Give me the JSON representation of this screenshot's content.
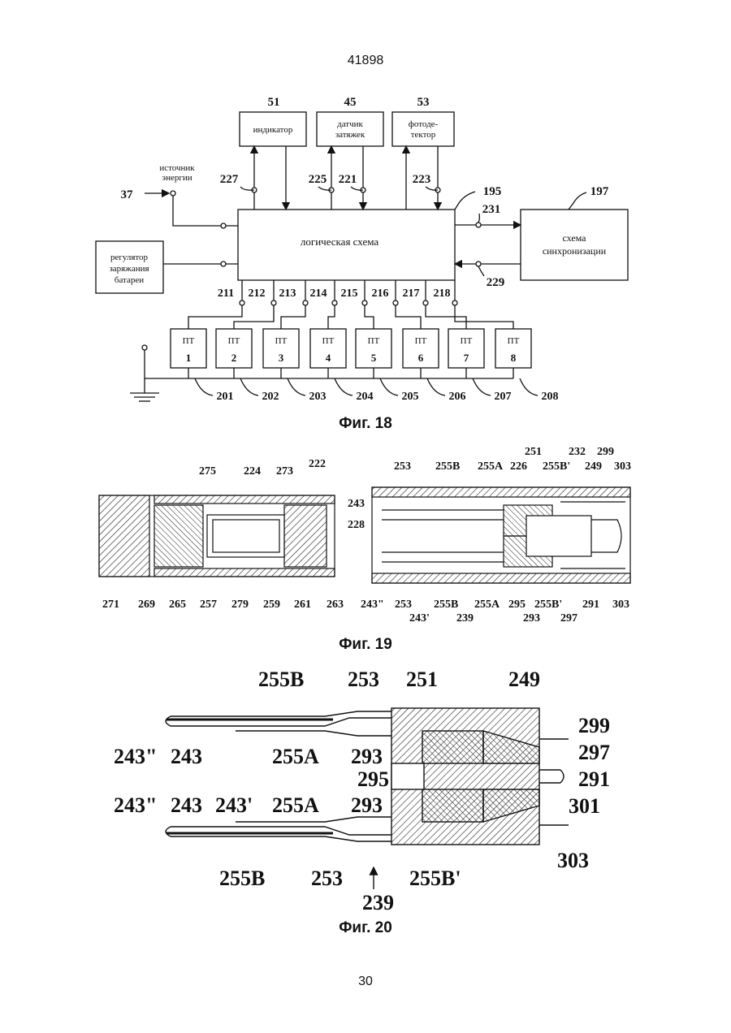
{
  "page": {
    "number_top": "41898",
    "number_bottom": "30"
  },
  "fig18": {
    "caption": "Фиг. 18",
    "blocks": {
      "indicator": {
        "ref": "51",
        "text": "индикатор"
      },
      "puff_sensor": {
        "ref": "45",
        "line1": "датчик",
        "line2": "затяжек"
      },
      "photodetector": {
        "ref": "53",
        "line1": "фотоде-",
        "line2": "тектор"
      },
      "logic": {
        "ref": "195",
        "text": "логическая схема"
      },
      "sync": {
        "ref": "197",
        "line1": "схема",
        "line2": "синхронизации"
      },
      "battery_reg": {
        "line1": "регулятор",
        "line2": "заряжания",
        "line3": "батареи"
      },
      "energy_source": {
        "ref": "37",
        "line1": "источник",
        "line2": "энергии"
      }
    },
    "signal_refs": [
      "227",
      "225",
      "221",
      "223",
      "231",
      "229"
    ],
    "output_refs": [
      "211",
      "212",
      "213",
      "214",
      "215",
      "216",
      "217",
      "218"
    ],
    "heaters": [
      {
        "label": "ПТ",
        "num": "1",
        "ref": "201"
      },
      {
        "label": "ПТ",
        "num": "2",
        "ref": "202"
      },
      {
        "label": "ПТ",
        "num": "3",
        "ref": "203"
      },
      {
        "label": "ПТ",
        "num": "4",
        "ref": "204"
      },
      {
        "label": "ПТ",
        "num": "5",
        "ref": "205"
      },
      {
        "label": "ПТ",
        "num": "6",
        "ref": "206"
      },
      {
        "label": "ПТ",
        "num": "7",
        "ref": "207"
      },
      {
        "label": "ПТ",
        "num": "8",
        "ref": "208"
      }
    ]
  },
  "fig19": {
    "caption": "Фиг. 19",
    "left_refs": {
      "top": [
        "275",
        "224",
        "273",
        "222"
      ],
      "bottom": [
        "271",
        "269",
        "265",
        "257",
        "279",
        "259",
        "261",
        "263"
      ]
    },
    "right_refs": {
      "top": [
        "253",
        "255B",
        "255A",
        "226",
        "251",
        "255B'",
        "232",
        "249",
        "299",
        "303"
      ],
      "side": [
        "243",
        "228"
      ],
      "bottom": [
        "243\"",
        "253",
        "255B",
        "255A",
        "295",
        "255B'",
        "291",
        "303",
        "243'",
        "239",
        "293",
        "297"
      ]
    }
  },
  "fig20": {
    "caption": "Фиг. 20",
    "refs": [
      "255B",
      "253",
      "251",
      "249",
      "299",
      "297",
      "291",
      "301",
      "303",
      "243\"",
      "243",
      "255A",
      "293",
      "295",
      "243\"",
      "243",
      "243'",
      "255A",
      "293",
      "255B",
      "253",
      "255B'",
      "239"
    ]
  }
}
